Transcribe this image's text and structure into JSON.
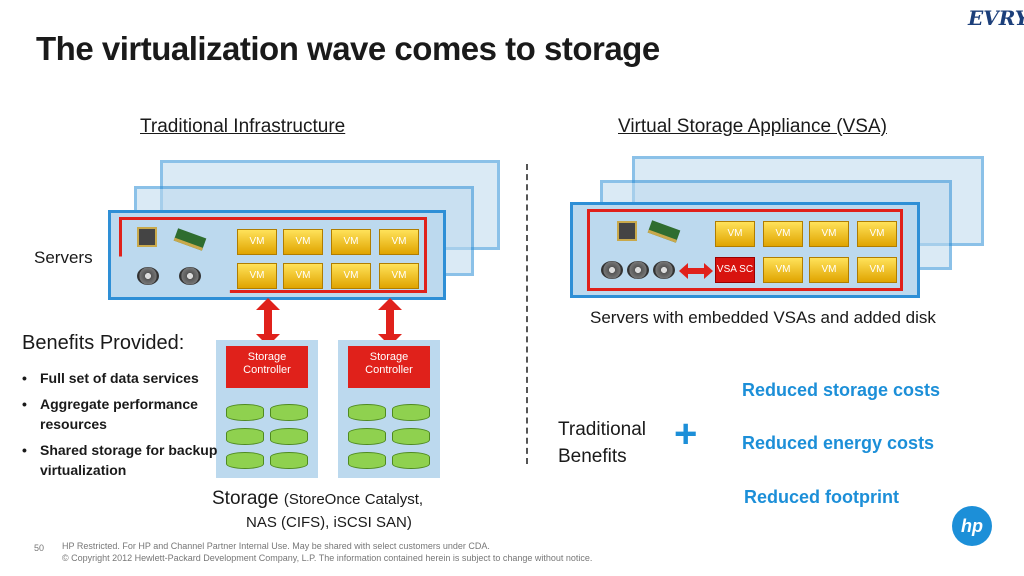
{
  "title": "The virtualization wave comes to storage",
  "logo_text": "EVRY",
  "left": {
    "heading": "Traditional Infrastructure",
    "servers_label": "Servers",
    "vm_label": "VM",
    "controller_label_line1": "Storage",
    "controller_label_line2": "Controller",
    "benefits_title": "Benefits Provided:",
    "benefits": [
      "Full set of data services",
      "Aggregate performance resources",
      "Shared storage for backup virtualization"
    ],
    "storage_caption_main": "Storage",
    "storage_caption_detail": "(StoreOnce Catalyst,",
    "storage_caption_line2": "NAS (CIFS), iSCSI SAN)"
  },
  "right": {
    "heading": "Virtual Storage Appliance (VSA)",
    "vm_label": "VM",
    "vsa_label": "VSA SC",
    "caption": "Servers with embedded VSAs and added disk",
    "traditional_line1": "Traditional",
    "traditional_line2": "Benefits",
    "plus": "+",
    "benefits": [
      "Reduced storage costs",
      "Reduced energy costs",
      "Reduced footprint"
    ]
  },
  "footer": {
    "page_number": "50",
    "line1": "HP Restricted. For HP and Channel Partner Internal Use. May be shared with select customers under CDA.",
    "line2": "© Copyright 2012 Hewlett-Packard Development Company, L.P.  The information contained herein is subject to change without notice."
  },
  "hp_logo_text": "hp",
  "colors": {
    "accent_blue": "#1c8fd8",
    "red": "#e0211b",
    "panel": "#bcd9ee",
    "vm_gold": "#e0a400",
    "disk_green": "#8fd14f"
  },
  "icons": [
    "cpu-chip-icon",
    "memory-module-icon",
    "hard-disk-icon",
    "hp-logo-icon"
  ]
}
